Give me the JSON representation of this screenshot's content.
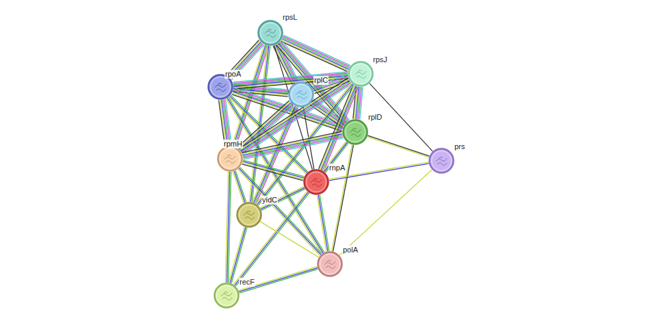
{
  "diagram": {
    "nodes": [
      {
        "text": [
          "rpsL"
        ]
      },
      {
        "text": [
          "rpoA"
        ]
      },
      {
        "text": [
          "rplC"
        ]
      },
      {
        "text": [
          "rpsJ"
        ]
      },
      {
        "text": [
          "rplD"
        ]
      },
      {
        "text": [
          "prs"
        ]
      },
      {
        "text": [
          "rpmH"
        ]
      },
      {
        "text": [
          "rnpA"
        ]
      },
      {
        "text": [
          "yidC"
        ]
      },
      {
        "text": [
          "polA"
        ]
      },
      {
        "text": [
          "recF"
        ]
      }
    ],
    "edges": [
      {
        "from": 0,
        "to": 1,
        "arrow": "none"
      },
      {
        "from": 0,
        "to": 2,
        "arrow": "none"
      },
      {
        "from": 0,
        "to": 3,
        "arrow": "none"
      },
      {
        "from": 0,
        "to": 4,
        "arrow": "none"
      },
      {
        "from": 0,
        "to": 6,
        "arrow": "none"
      },
      {
        "from": 0,
        "to": 7,
        "arrow": "none"
      },
      {
        "from": 0,
        "to": 8,
        "arrow": "none"
      },
      {
        "from": 1,
        "to": 2,
        "arrow": "none"
      },
      {
        "from": 1,
        "to": 3,
        "arrow": "none"
      },
      {
        "from": 1,
        "to": 4,
        "arrow": "none"
      },
      {
        "from": 1,
        "to": 6,
        "arrow": "none"
      },
      {
        "from": 1,
        "to": 7,
        "arrow": "none"
      },
      {
        "from": 1,
        "to": 9,
        "arrow": "none"
      },
      {
        "from": 2,
        "to": 3,
        "arrow": "none"
      },
      {
        "from": 2,
        "to": 4,
        "arrow": "none"
      },
      {
        "from": 2,
        "to": 6,
        "arrow": "none"
      },
      {
        "from": 2,
        "to": 7,
        "arrow": "none"
      },
      {
        "from": 2,
        "to": 8,
        "arrow": "none"
      },
      {
        "from": 3,
        "to": 4,
        "arrow": "none"
      },
      {
        "from": 3,
        "to": 5,
        "arrow": "none"
      },
      {
        "from": 3,
        "to": 6,
        "arrow": "none"
      },
      {
        "from": 3,
        "to": 7,
        "arrow": "none"
      },
      {
        "from": 3,
        "to": 8,
        "arrow": "none"
      },
      {
        "from": 4,
        "to": 5,
        "arrow": "none"
      },
      {
        "from": 4,
        "to": 6,
        "arrow": "none"
      },
      {
        "from": 4,
        "to": 7,
        "arrow": "none"
      },
      {
        "from": 4,
        "to": 9,
        "arrow": "none"
      },
      {
        "from": 5,
        "to": 7,
        "arrow": "none"
      },
      {
        "from": 5,
        "to": 9,
        "arrow": "none"
      },
      {
        "from": 6,
        "to": 7,
        "arrow": "none"
      },
      {
        "from": 6,
        "to": 8,
        "arrow": "none"
      },
      {
        "from": 6,
        "to": 9,
        "arrow": "none"
      },
      {
        "from": 6,
        "to": 10,
        "arrow": "none"
      },
      {
        "from": 7,
        "to": 8,
        "arrow": "none"
      },
      {
        "from": 7,
        "to": 9,
        "arrow": "none"
      },
      {
        "from": 7,
        "to": 10,
        "arrow": "none"
      },
      {
        "from": 8,
        "to": 9,
        "arrow": "none"
      },
      {
        "from": 8,
        "to": 10,
        "arrow": "none"
      },
      {
        "from": 9,
        "to": 10,
        "arrow": "none"
      }
    ]
  }
}
